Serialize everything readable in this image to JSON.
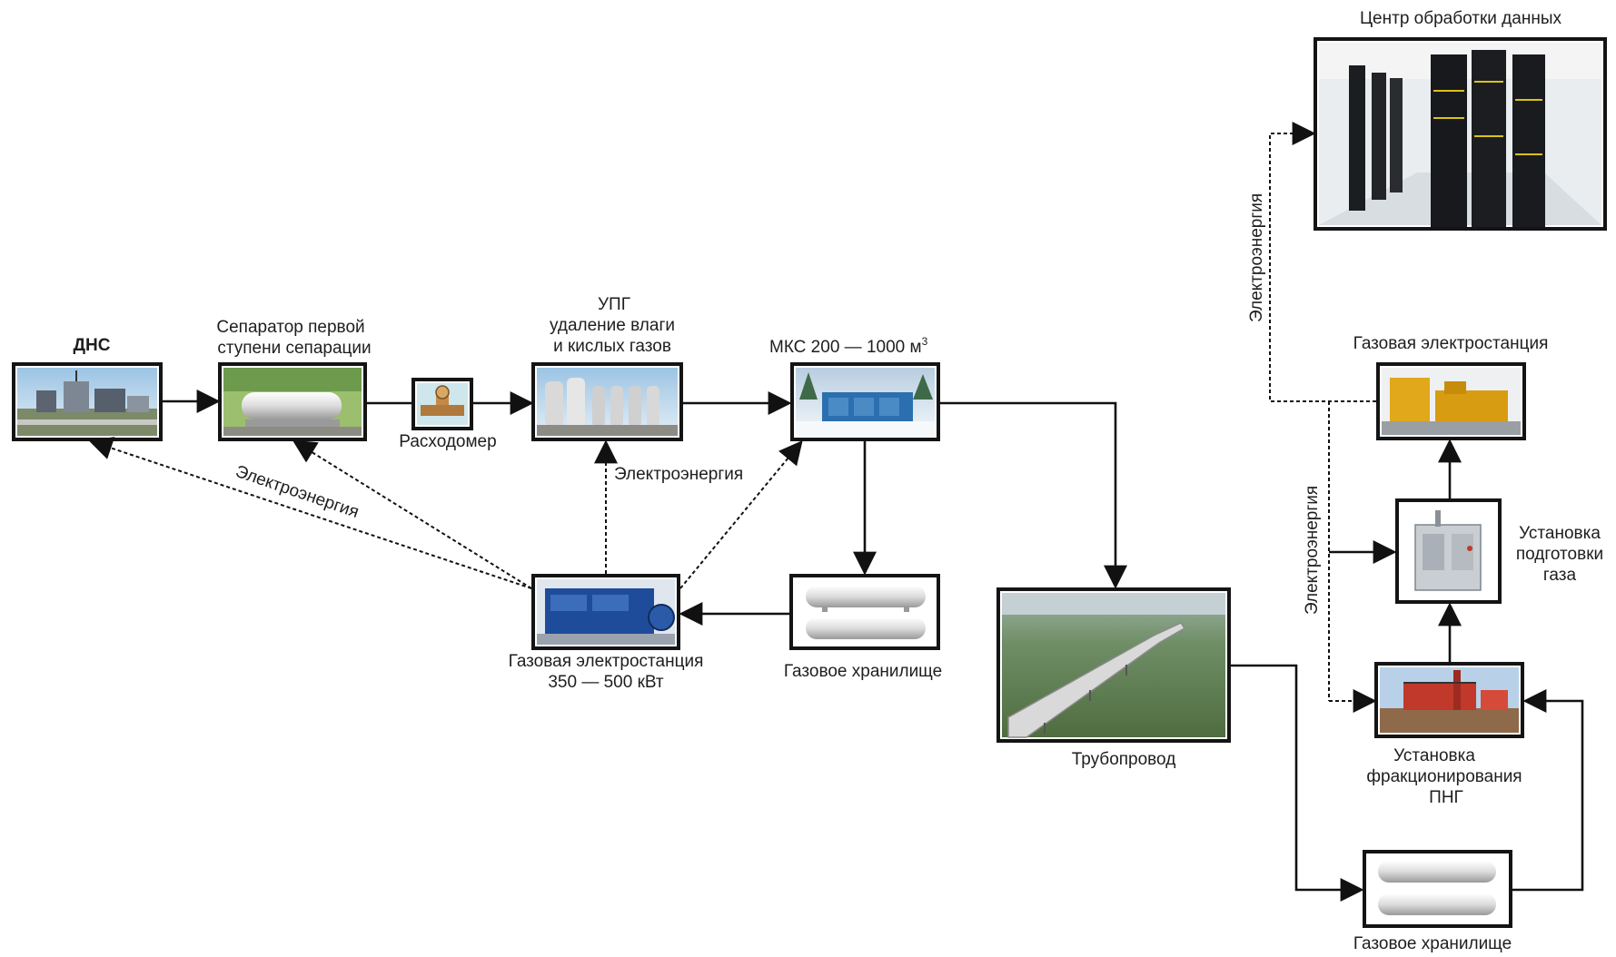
{
  "nodes": {
    "dns": {
      "label": "ДНС"
    },
    "separator": {
      "label_lines": [
        "Сепаратор первой",
        "ступени сепарации"
      ]
    },
    "flowmeter": {
      "label": "Расходомер"
    },
    "upg": {
      "label_lines": [
        "УПГ",
        "удаление влаги",
        "и кислых газов"
      ]
    },
    "mks": {
      "label": "МКС 200 — 1000 м",
      "label_sup": "3"
    },
    "gpp_small": {
      "label_lines": [
        "Газовая электростанция",
        "350 — 500 кВт"
      ]
    },
    "storage_1": {
      "label": "Газовое хранилище"
    },
    "pipeline": {
      "label": "Трубопровод"
    },
    "data_center": {
      "label": "Центр обработки данных"
    },
    "gpp_large": {
      "label": "Газовая электростанция"
    },
    "gas_prep": {
      "label_lines": [
        "Установка",
        "подготовки",
        "газа"
      ]
    },
    "fractionation": {
      "label_lines": [
        "Установка",
        "фракционирования",
        "ПНГ"
      ]
    },
    "storage_2": {
      "label": "Газовое хранилище"
    }
  },
  "power_labels": {
    "diagonal": "Электроэнергия",
    "upg_link": "Электроэнергия",
    "datacenter_link": "Электроэнергия",
    "right_bus": "Электроэнергия"
  },
  "legend_colors": {
    "frame": "#141414",
    "flow_line": "#111111",
    "power_line_dashed": "#111111",
    "background": "#ffffff"
  }
}
